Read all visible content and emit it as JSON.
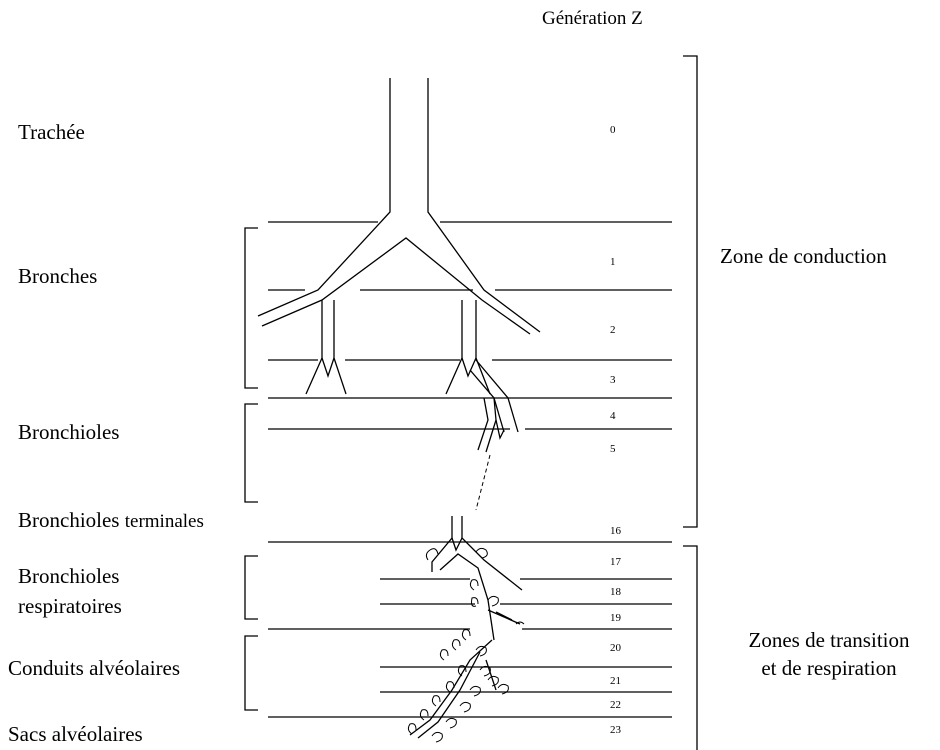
{
  "title": "Génération Z",
  "levels": [
    {
      "label": "Trachée",
      "generations": [
        "0"
      ]
    },
    {
      "label": "Bronches",
      "generations": [
        "1",
        "2",
        "3"
      ]
    },
    {
      "label": "Bronchioles",
      "generations": [
        "4",
        "5"
      ]
    },
    {
      "label_part1": "Bronchioles",
      "label_part2": "terminales",
      "generations": [
        "16"
      ]
    },
    {
      "label_line1": "Bronchioles",
      "label_line2": "respiratoires",
      "generations": [
        "17",
        "18",
        "19"
      ]
    },
    {
      "label": "Conduits alvéolaires",
      "generations": [
        "20",
        "21",
        "22"
      ]
    },
    {
      "label": "Sacs alvéolaires",
      "generations": [
        "23"
      ]
    }
  ],
  "zones": [
    {
      "line1": "Zone de conduction"
    },
    {
      "line1": "Zones de transition",
      "line2": "et de respiration"
    }
  ]
}
